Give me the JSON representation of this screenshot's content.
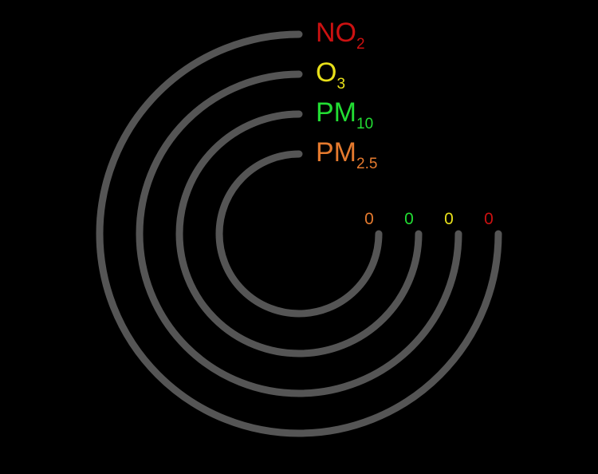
{
  "colors": {
    "background": "#000000",
    "track": "#555555"
  },
  "gauges": [
    {
      "name": "NO",
      "sub": "2",
      "value": "0",
      "color": "#cc1111"
    },
    {
      "name": "O",
      "sub": "3",
      "value": "0",
      "color": "#e8e01a"
    },
    {
      "name": "PM",
      "sub": "10",
      "value": "0",
      "color": "#22dd33"
    },
    {
      "name": "PM",
      "sub": "2.5",
      "value": "0",
      "color": "#e57a2e"
    }
  ]
}
